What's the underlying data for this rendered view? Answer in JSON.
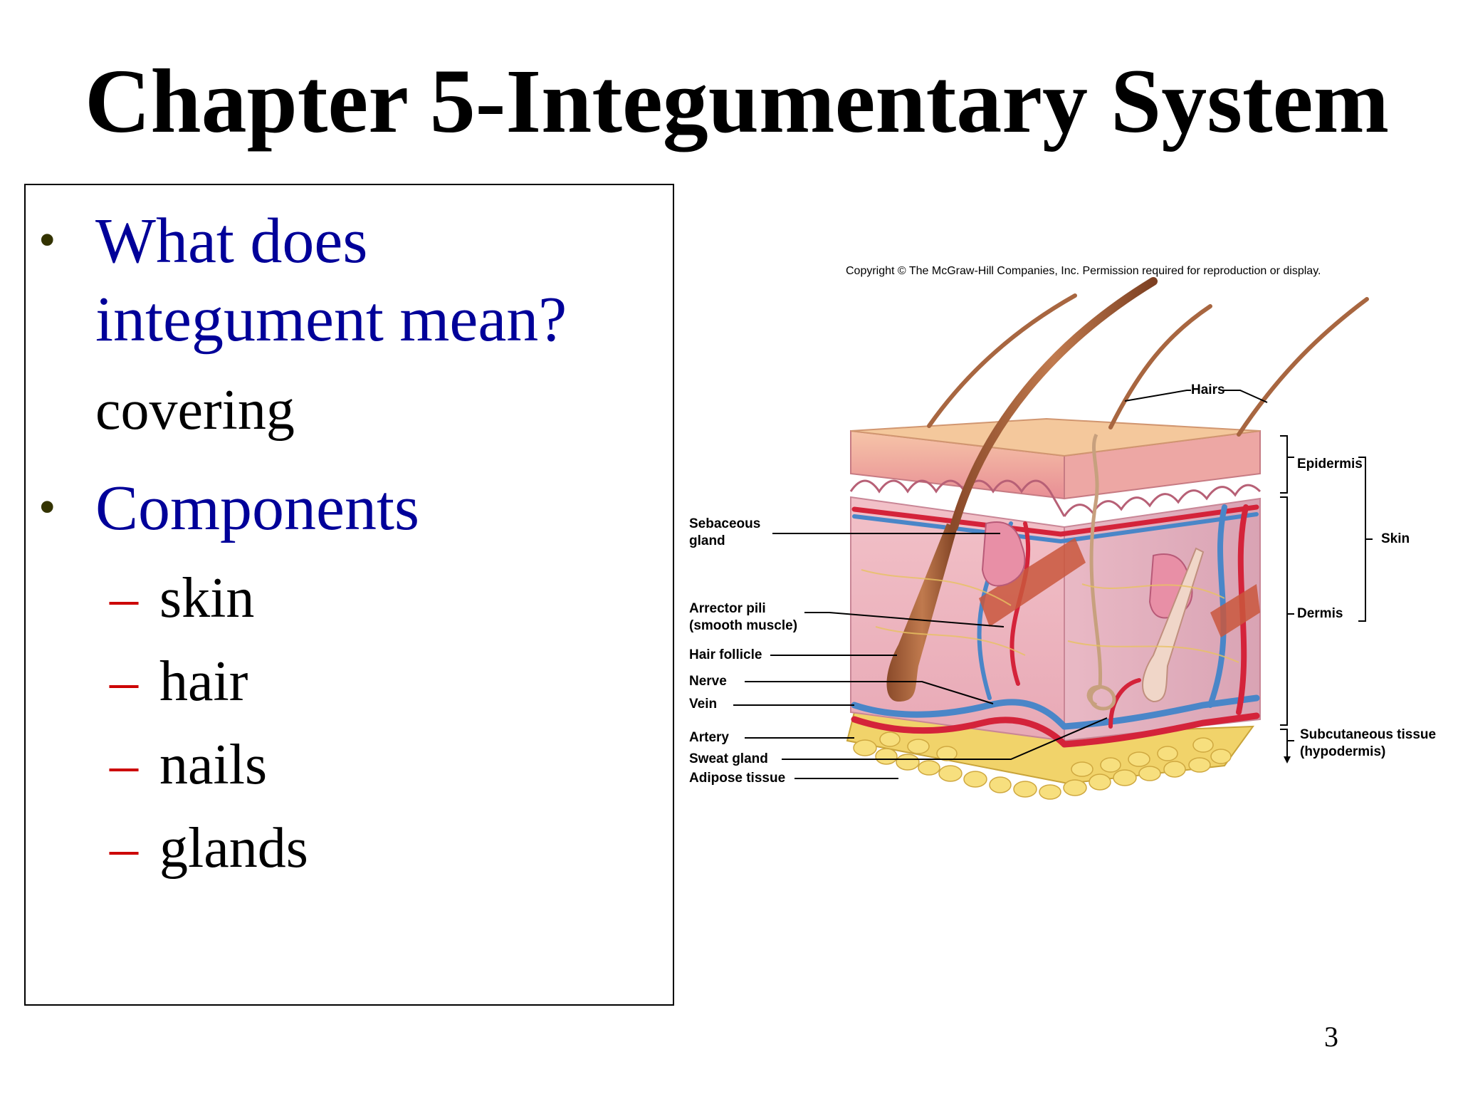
{
  "slide": {
    "title": "Chapter 5-Integumentary System",
    "page_number": "3"
  },
  "content": {
    "q1_line1": "What does",
    "q1_line2": "integument mean?",
    "answer": "covering",
    "q2": "Components",
    "components": [
      "skin",
      "hair",
      "nails",
      "glands"
    ]
  },
  "figure": {
    "copyright": "Copyright © The McGraw-Hill Companies, Inc. Permission required for reproduction or display.",
    "labels": {
      "hairs": "Hairs",
      "epidermis": "Epidermis",
      "skin": "Skin",
      "dermis": "Dermis",
      "subcutaneous_1": "Subcutaneous tissue",
      "subcutaneous_2": "(hypodermis)",
      "sebaceous_1": "Sebaceous",
      "sebaceous_2": "gland",
      "arrector_1": "Arrector pili",
      "arrector_2": "(smooth muscle)",
      "hair_follicle": "Hair follicle",
      "nerve": "Nerve",
      "vein": "Vein",
      "artery": "Artery",
      "sweat_gland": "Sweat gland",
      "adipose": "Adipose tissue"
    }
  },
  "colors": {
    "question": "#000099",
    "dash": "#cc0000",
    "bullet": "#333300"
  }
}
